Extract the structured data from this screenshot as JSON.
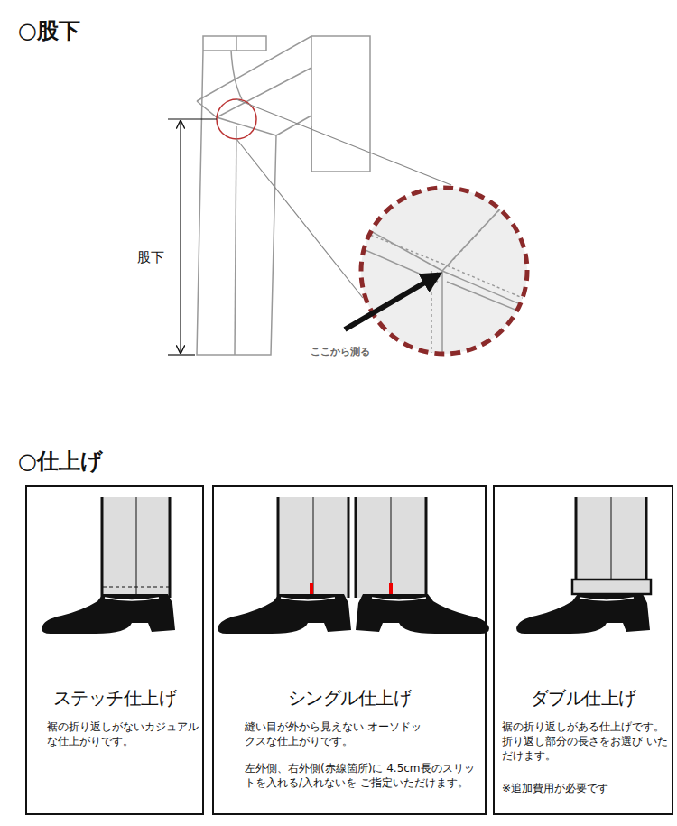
{
  "diagram": {
    "nodes": [
      {
        "text": [
          "ステッチ仕上げ",
          "裾の折り返しがないカジュアル な仕上がりです。"
        ]
      },
      {
        "text": [
          "シングル仕上げ",
          "縫い目が外から見えない オーソドックスな仕上がりです。",
          "左外側、右外側(赤線箇所)に 4.5cm長のスリットを入れる/入れないを ご指定いただけます。"
        ]
      },
      {
        "text": [
          "ダブル仕上げ",
          "裾の折り返しがある仕上げです。 折り返し部分の長さをお選び いただけます。",
          "※追加費用が必要です"
        ]
      }
    ],
    "labels": [
      "○股下",
      "股下",
      "ここから測る",
      "○仕上げ"
    ]
  }
}
